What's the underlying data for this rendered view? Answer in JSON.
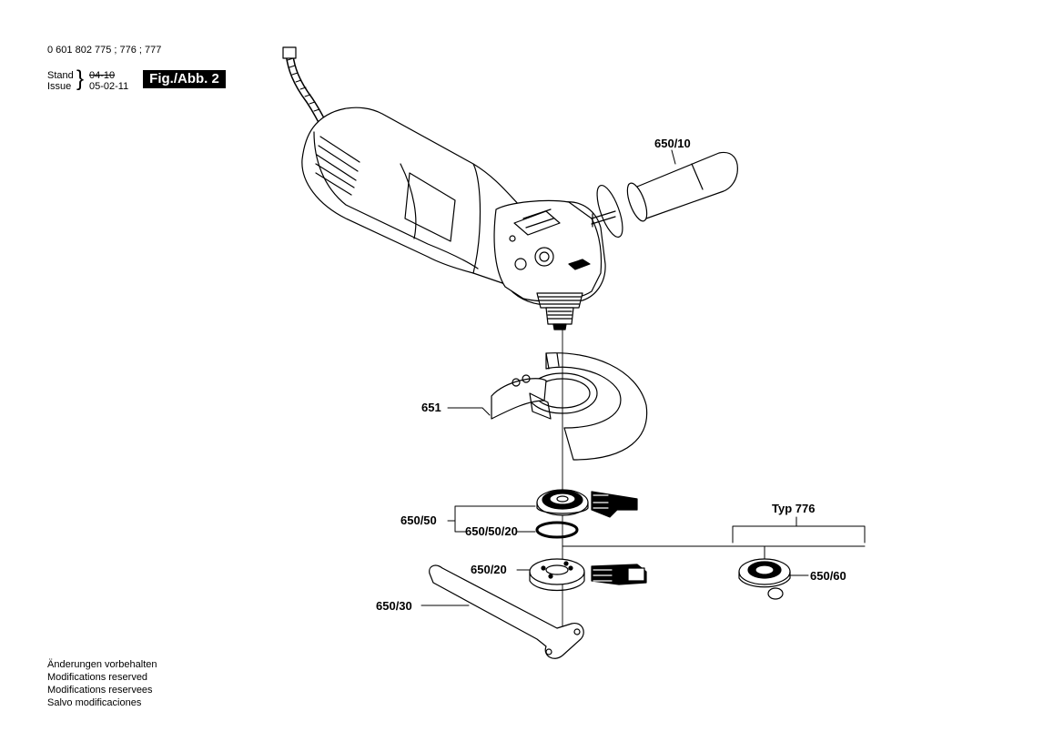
{
  "header": {
    "part_numbers": "0 601 802 775 ; 776 ; 777",
    "stand_label": "Stand",
    "issue_label": "Issue",
    "stand_value": "04-10",
    "issue_value": "05-02-11",
    "figure": "Fig./Abb. 2"
  },
  "labels": {
    "p650_10": "650/10",
    "p651": "651",
    "p650_50": "650/50",
    "p650_50_20": "650/50/20",
    "p650_20": "650/20",
    "p650_30": "650/30",
    "p650_60": "650/60",
    "typ776": "Typ 776"
  },
  "footer": {
    "line1": "Änderungen vorbehalten",
    "line2": "Modifications reserved",
    "line3": "Modifications reservees",
    "line4": "Salvo modificaciones"
  }
}
